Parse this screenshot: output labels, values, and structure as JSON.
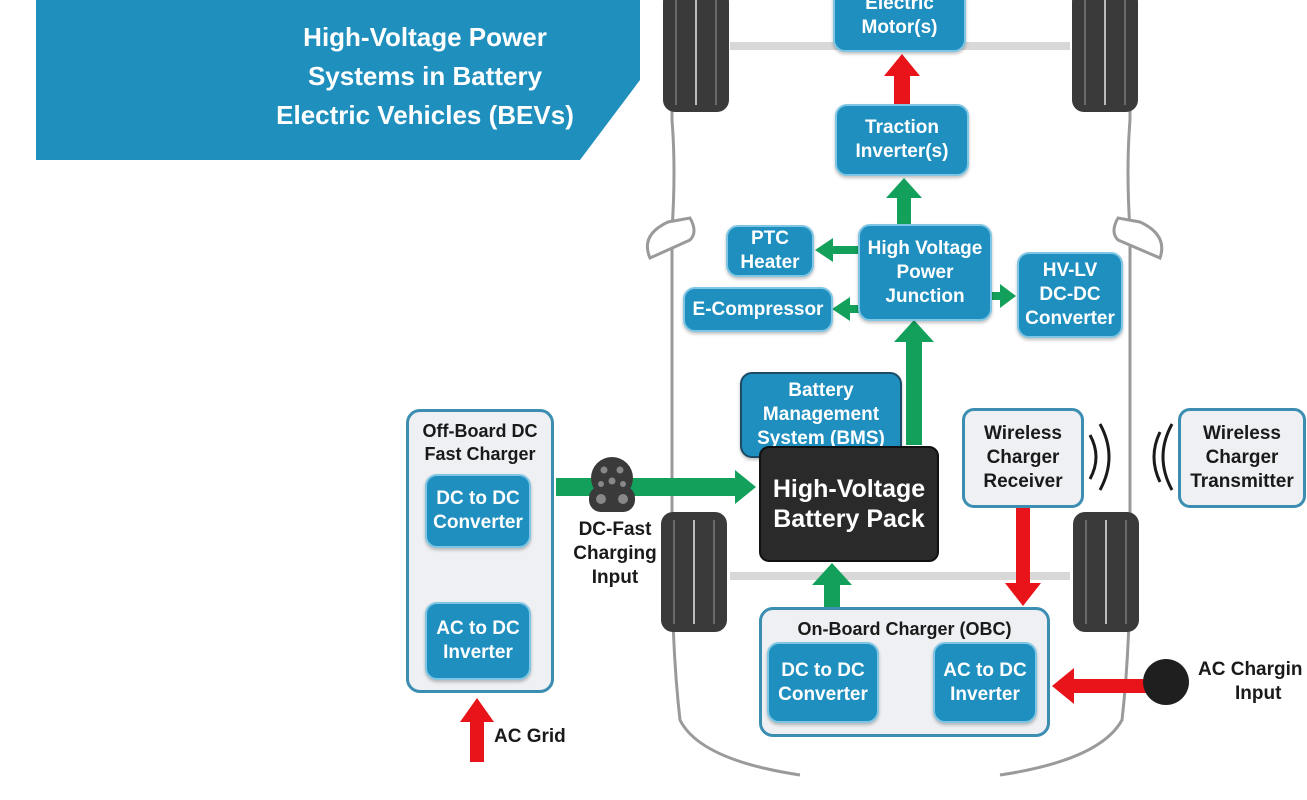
{
  "title_lines": [
    "High-Voltage Power",
    "Systems in Battery",
    "Electric Vehicles (BEVs)"
  ],
  "components": {
    "electric_motor": [
      "Electric",
      "Motor(s)"
    ],
    "traction_inverter": [
      "Traction",
      "Inverter(s)"
    ],
    "hv_junction": [
      "High Voltage",
      "Power",
      "Junction"
    ],
    "ptc_heater": [
      "PTC",
      "Heater"
    ],
    "e_compressor": [
      "E-Compressor"
    ],
    "hv_lv_dcdc": [
      "HV-LV",
      "DC-DC",
      "Converter"
    ],
    "bms": [
      "Battery",
      "Management",
      "System (BMS)"
    ],
    "battery_pack": [
      "High-Voltage",
      "Battery Pack"
    ],
    "wireless_receiver": [
      "Wireless",
      "Charger",
      "Receiver"
    ],
    "wireless_transmitter": [
      "Wireless",
      "Charger",
      "Transmitter"
    ]
  },
  "offboard_charger": {
    "title": [
      "Off-Board DC",
      "Fast Charger"
    ],
    "dcdc": [
      "DC to DC",
      "Converter"
    ],
    "acdc": [
      "AC to DC",
      "Inverter"
    ]
  },
  "onboard_charger": {
    "title": "On-Board Charger (OBC)",
    "dcdc": [
      "DC to DC",
      "Converter"
    ],
    "acdc": [
      "AC to DC",
      "Inverter"
    ]
  },
  "labels": {
    "dc_fast_input": [
      "DC-Fast",
      "Charging",
      "Input"
    ],
    "ac_grid": "AC Grid",
    "ac_charging_input": [
      "AC Chargin",
      "Input"
    ]
  },
  "colors": {
    "banner": "#1f8fbd",
    "component": "#1e8fbf",
    "battery_pack": "#2a2a2a",
    "dc_flow_arrow": "#13a05a",
    "ac_flow_arrow": "#e8141a"
  }
}
